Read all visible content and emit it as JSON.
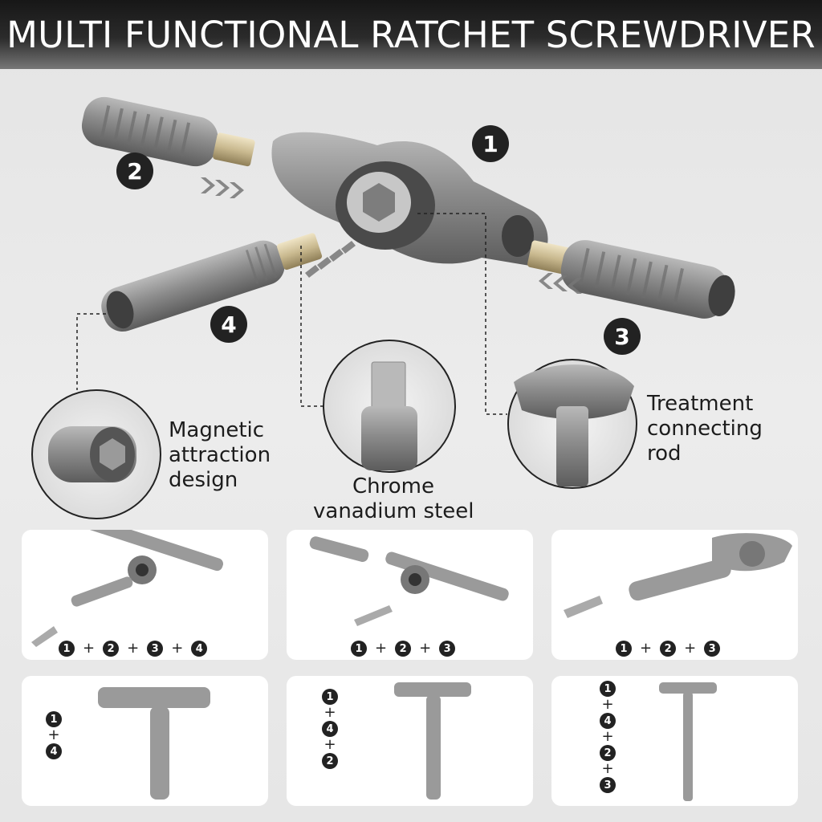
{
  "header": {
    "title": "MULTI FUNCTIONAL RATCHET SCREWDRIVER"
  },
  "badges": {
    "b1": "1",
    "b2": "2",
    "b3": "3",
    "b4": "4"
  },
  "features": {
    "magnetic": [
      "Magnetic",
      "attraction",
      "design"
    ],
    "chrome": [
      "Chrome",
      "vanadium steel"
    ],
    "treatment": [
      "Treatment",
      "connecting",
      "rod"
    ]
  },
  "combos": {
    "card1": [
      "1",
      "+",
      "2",
      "+",
      "3",
      "+",
      "4"
    ],
    "card2": [
      "1",
      "+",
      "2",
      "+",
      "3"
    ],
    "card3": [
      "1",
      "+",
      "2",
      "+",
      "3"
    ],
    "card4": [
      "1",
      "+",
      "4"
    ],
    "card5": [
      "1",
      "+",
      "4",
      "+",
      "2"
    ],
    "card6": [
      "1",
      "+",
      "4",
      "+",
      "2",
      "+",
      "3"
    ]
  },
  "colors": {
    "steel": "#8a8a8a",
    "dark": "#222222",
    "brass": "#c9b98f"
  }
}
